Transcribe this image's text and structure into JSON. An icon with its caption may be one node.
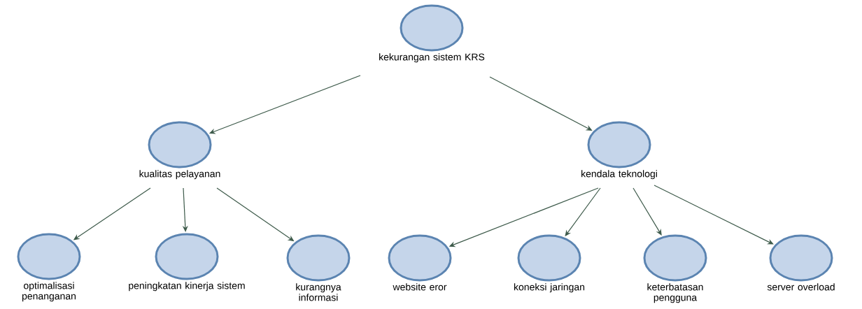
{
  "diagram": {
    "nodes": [
      {
        "text": [
          "kekurangan sistem KRS"
        ]
      },
      {
        "text": [
          "kualitas pelayanan"
        ]
      },
      {
        "text": [
          "kendala teknologi"
        ]
      },
      {
        "text": [
          "optimalisasi penanganan"
        ]
      },
      {
        "text": [
          "peningkatan kinerja sistem"
        ]
      },
      {
        "text": [
          "kurangnya informasi"
        ]
      },
      {
        "text": [
          "website eror"
        ]
      },
      {
        "text": [
          "koneksi jaringan"
        ]
      },
      {
        "text": [
          "keterbatasan pengguna"
        ]
      },
      {
        "text": [
          "server overload"
        ]
      }
    ],
    "edges": [
      {
        "from": 0,
        "to": 1,
        "arrow": "to"
      },
      {
        "from": 0,
        "to": 2,
        "arrow": "to"
      },
      {
        "from": 1,
        "to": 3,
        "arrow": "to"
      },
      {
        "from": 1,
        "to": 4,
        "arrow": "to"
      },
      {
        "from": 1,
        "to": 5,
        "arrow": "to"
      },
      {
        "from": 2,
        "to": 6,
        "arrow": "to"
      },
      {
        "from": 2,
        "to": 7,
        "arrow": "to"
      },
      {
        "from": 2,
        "to": 8,
        "arrow": "to"
      },
      {
        "from": 2,
        "to": 9,
        "arrow": "to"
      }
    ]
  }
}
